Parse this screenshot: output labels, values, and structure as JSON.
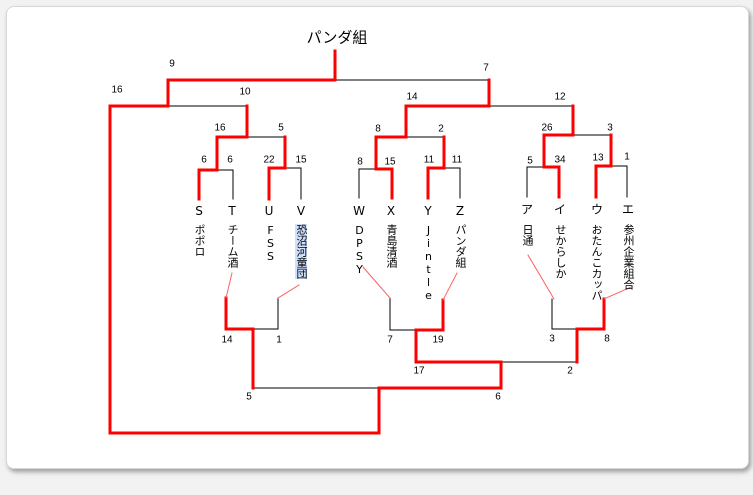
{
  "title": "パンダ組",
  "colors": {
    "winner_line": "#ff0000",
    "loser_line": "#000000",
    "link_line": "#ff6060"
  },
  "upper_bracket": {
    "final": {
      "left_score": "9",
      "right_score": "7"
    },
    "left_half": {
      "outer_score": "16",
      "semi_score": "10"
    },
    "right_half": {
      "left_score": "14",
      "right_score": "12"
    },
    "quarter": [
      {
        "left": "16",
        "right": "5"
      },
      {
        "left": "8",
        "right": "2"
      },
      {
        "left": "26",
        "right": "3"
      }
    ],
    "first_round": [
      {
        "left": "6",
        "right": "6"
      },
      {
        "left": "22",
        "right": "15"
      },
      {
        "left": "8",
        "right": "15"
      },
      {
        "left": "11",
        "right": "11"
      },
      {
        "left": "5",
        "right": "34"
      },
      {
        "left": "13",
        "right": "1"
      }
    ]
  },
  "teams": [
    {
      "letter": "S",
      "name": "ポポロ"
    },
    {
      "letter": "T",
      "name": "チーム酒"
    },
    {
      "letter": "U",
      "name": "FSS"
    },
    {
      "letter": "V",
      "name": "恐沼河童団"
    },
    {
      "letter": "W",
      "name": "DPSY"
    },
    {
      "letter": "X",
      "name": "青島清酒"
    },
    {
      "letter": "Y",
      "name": "Jintle"
    },
    {
      "letter": "Z",
      "name": "パンダ組"
    },
    {
      "letter": "ア",
      "name": "日通"
    },
    {
      "letter": "イ",
      "name": "せからしか"
    },
    {
      "letter": "ウ",
      "name": "おたんこカッパ"
    },
    {
      "letter": "エ",
      "name": "参州企業組合"
    }
  ],
  "lower_bracket": {
    "match1": {
      "left": "14",
      "right": "1"
    },
    "match2": {
      "left": "7",
      "right": "19"
    },
    "match3": {
      "left": "3",
      "right": "8"
    },
    "match4": {
      "left": "17",
      "right": "2"
    },
    "match5": {
      "left": "5",
      "right": "6"
    }
  }
}
